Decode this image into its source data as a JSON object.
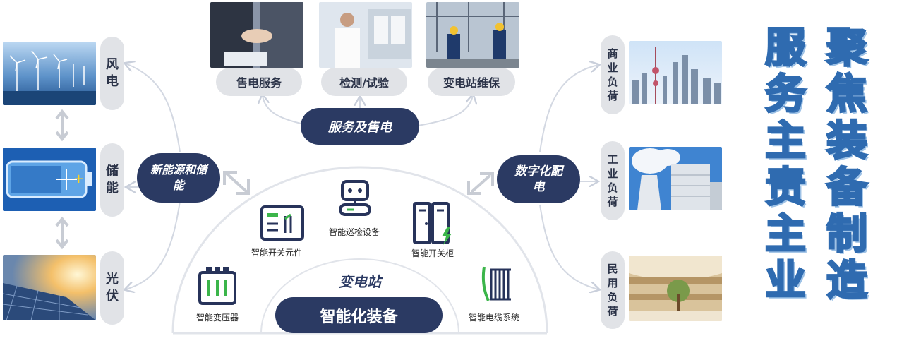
{
  "left": {
    "labels": {
      "wind": [
        "风",
        "电"
      ],
      "storage": [
        "储",
        "能"
      ],
      "solar": [
        "光",
        "伏"
      ]
    },
    "hub": "新能源和储能"
  },
  "top": {
    "items": [
      "售电服务",
      "检测/试验",
      "变电站维保"
    ],
    "hub": "服务及售电"
  },
  "right": {
    "labels": {
      "commercial": [
        "商",
        "业",
        "负",
        "荷"
      ],
      "industrial": [
        "工",
        "业",
        "负",
        "荷"
      ],
      "residential": [
        "民",
        "用",
        "负",
        "荷"
      ]
    },
    "hub": "数字化配电"
  },
  "center": {
    "substation": "变电站",
    "equipment": "智能化装备",
    "devices": {
      "inspection": "智能巡检设备",
      "switch_parts": "智能开关元件",
      "switch_cabinet": "智能开关柜",
      "transformer": "智能变压器",
      "cable": "智能电缆系统"
    }
  },
  "slogan": {
    "col1": [
      "聚",
      "焦",
      "装",
      "备",
      "制",
      "造"
    ],
    "col2": [
      "服",
      "务",
      "主",
      "责",
      "主",
      "业"
    ]
  }
}
